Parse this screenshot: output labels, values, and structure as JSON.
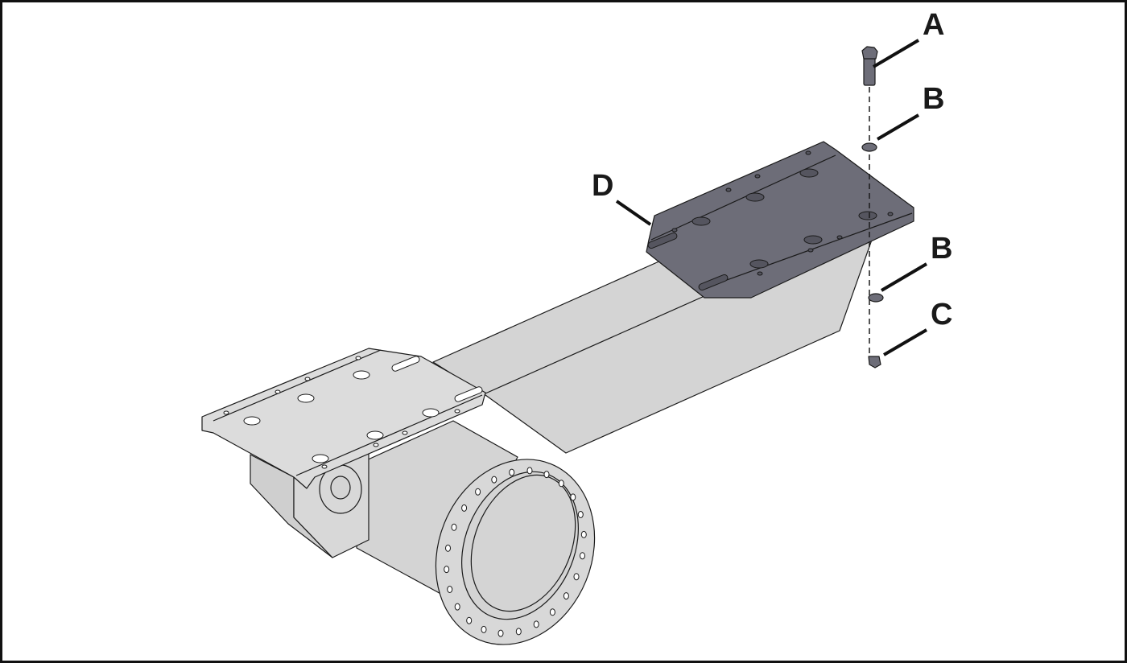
{
  "callouts": {
    "a": "A",
    "b1": "B",
    "b2": "B",
    "c": "C",
    "d": "D"
  },
  "colors": {
    "beam": "#d4d4d4",
    "plate_dark": "#6d6d78",
    "plate_light": "#dcdcdc",
    "outline": "#1a1a1a"
  }
}
